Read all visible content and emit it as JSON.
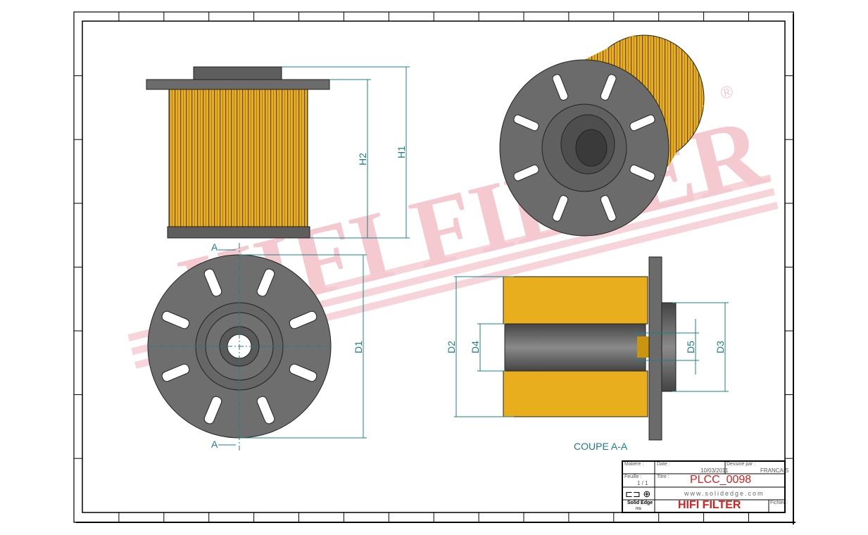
{
  "drawing": {
    "dimensions": {
      "h1": "H1",
      "h2": "H2",
      "d1": "D1",
      "d2": "D2",
      "d3": "D3",
      "d4": "D4",
      "d5": "D5"
    },
    "section_marker": "A",
    "section_title": "COUPE A-A",
    "watermark": "HIFI FILTER",
    "watermark_mark": "®"
  },
  "title_block": {
    "material_label": "Matière :",
    "date_label": "Date :",
    "date": "10/03/2011",
    "language_label": "Dessiné par :",
    "language": "FRANCAIS",
    "scale_label": "Feuille :",
    "sheet": "1 / 1",
    "title_label": "Titre :",
    "part_number": "PLCC_0098",
    "website": "www.solidedge.com",
    "software": "Solid Edge",
    "software_sub": "ms",
    "brand": "HIFI FILTER",
    "file_label": "Fichier :"
  },
  "colors": {
    "filter": "#e8ae1e",
    "body": "#6b6b6b",
    "dimension": "#1c7f86",
    "watermark": "#f5c4cc",
    "brand": "#d81e1e"
  }
}
